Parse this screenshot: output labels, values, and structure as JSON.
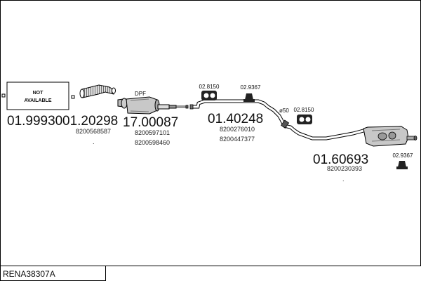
{
  "diagram_code": "RENA38307A",
  "not_available_line1": "NOT",
  "not_available_line2": "AVAILABLE",
  "dpf_label": "DPF",
  "parts": [
    {
      "number": "01.99930",
      "refs": []
    },
    {
      "number": "01.20298",
      "refs": [
        "8200568587",
        "."
      ]
    },
    {
      "number": "17.00087",
      "refs": [
        "8200597101",
        "8200598460"
      ]
    },
    {
      "number": "01.40248",
      "refs": [
        "8200276010",
        "8200447377"
      ]
    },
    {
      "number": "01.60693",
      "refs": [
        "8200230393",
        "."
      ]
    }
  ],
  "accessories": [
    {
      "number": "02.8150"
    },
    {
      "number": "02.9367"
    },
    {
      "number": "02.8150"
    },
    {
      "number": "02.9367"
    }
  ],
  "diameter_label": "ø50"
}
